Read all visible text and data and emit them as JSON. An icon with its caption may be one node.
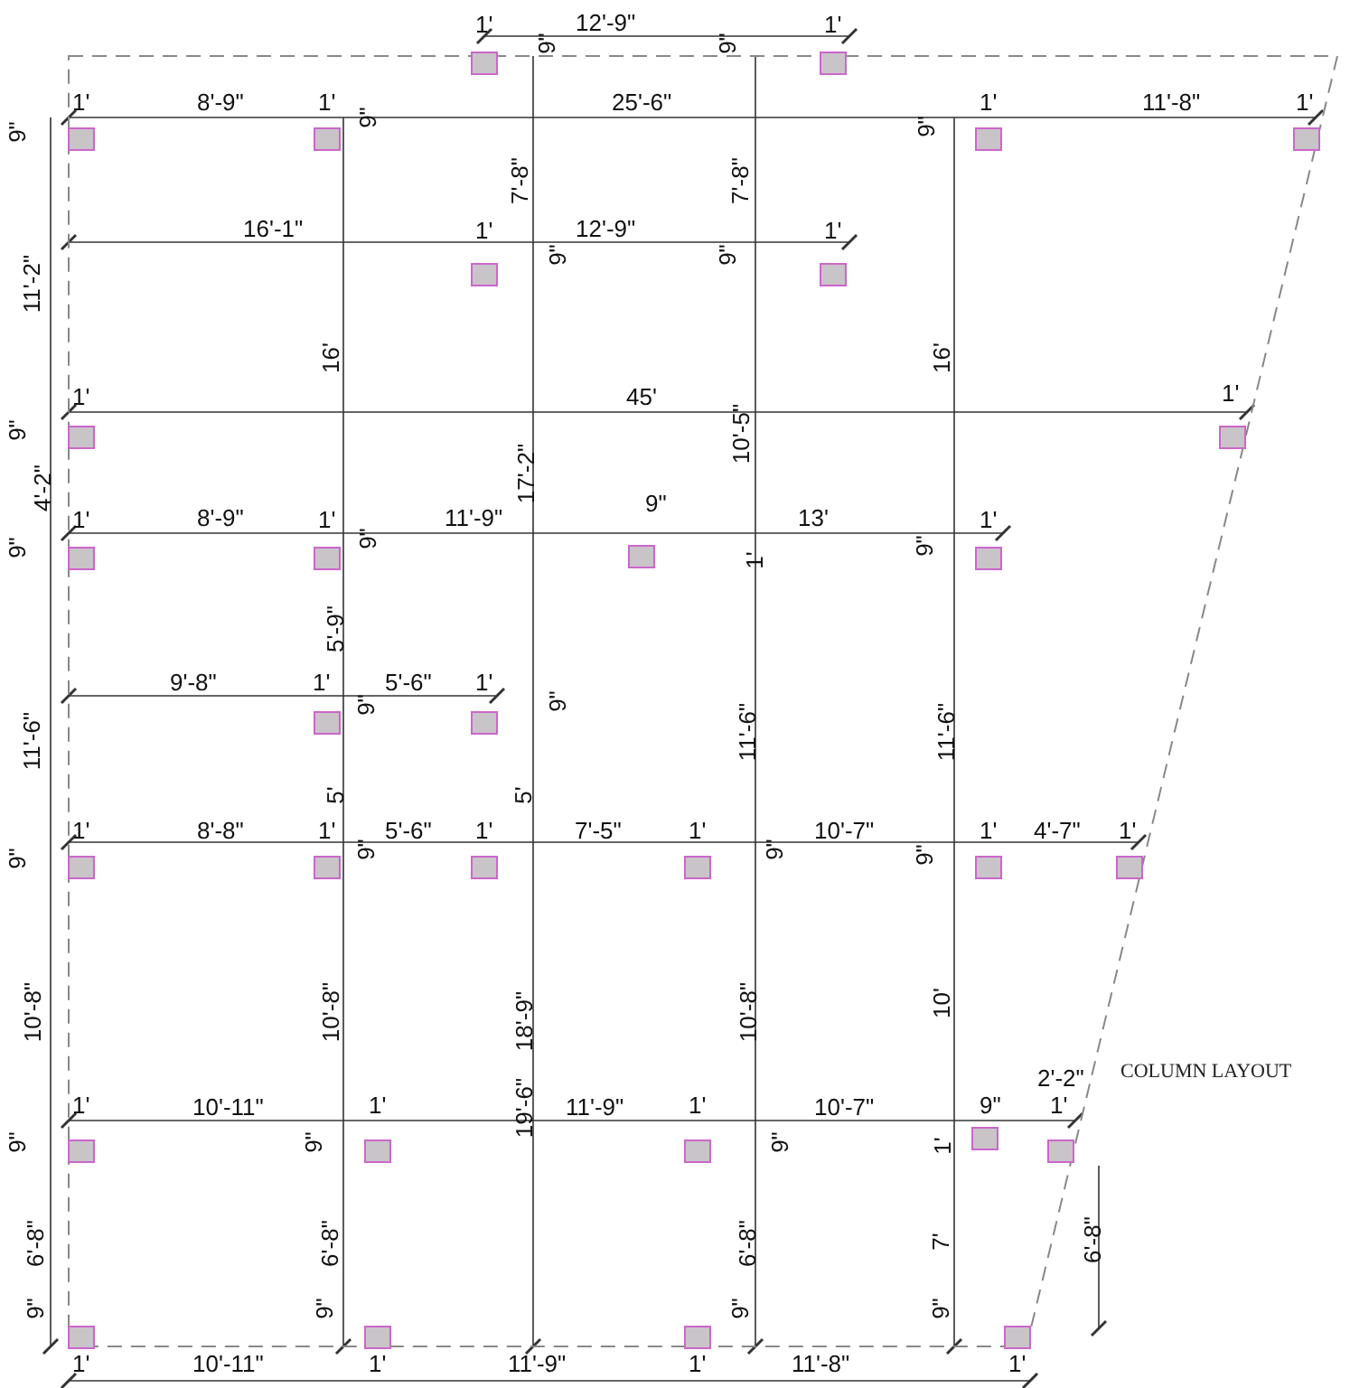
{
  "diagram": {
    "title": "COLUMN LAYOUT",
    "labels": [
      "1'",
      "12'-9\"",
      "1'",
      "9\"",
      "9\"",
      "9\"",
      "1'",
      "8'-9\"",
      "1'",
      "9\"",
      "25'-6\"",
      "9\"",
      "1'",
      "11'-8\"",
      "1'",
      "7'-8\"",
      "7'-8\"",
      "11'-2\"",
      "16'-1\"",
      "1'",
      "9\"",
      "12'-9\"",
      "9\"",
      "1'",
      "16'",
      "16'",
      "1'",
      "45'",
      "1'",
      "9\"",
      "10'-5\"",
      "4'-2\"",
      "17'-2\"",
      "9\"",
      "1'",
      "8'-9\"",
      "1'",
      "11'-9\"",
      "13'",
      "1'",
      "9\"",
      "9\"",
      "9\"",
      "1'",
      "5'-9\"",
      "9'-8\"",
      "1'",
      "5'-6\"",
      "1'",
      "9\"",
      "9\"",
      "11'-6\"",
      "11'-6\"",
      "11'-6\"",
      "5'",
      "5'",
      "1'",
      "8'-8\"",
      "1'",
      "5'-6\"",
      "1'",
      "7'-5\"",
      "1'",
      "10'-7\"",
      "1'",
      "4'-7\"",
      "1'",
      "9\"",
      "9\"",
      "9\"",
      "9\"",
      "10'-8\"",
      "10'-8\"",
      "10'-8\"",
      "10'",
      "18'-9\"",
      "19'-6\"",
      "2'-2\"",
      "1'",
      "10'-11\"",
      "1'",
      "11'-9\"",
      "1'",
      "10'-7\"",
      "9\"",
      "1'",
      "9\"",
      "9\"",
      "9\"",
      "1'",
      "6'-8\"",
      "6'-8\"",
      "6'-8\"",
      "7'",
      "6'-8\"",
      "9\"",
      "9\"",
      "9\"",
      "9\"",
      "1'",
      "10'-11\"",
      "1'",
      "11'-9\"",
      "1'",
      "11'-8\"",
      "1'"
    ]
  }
}
